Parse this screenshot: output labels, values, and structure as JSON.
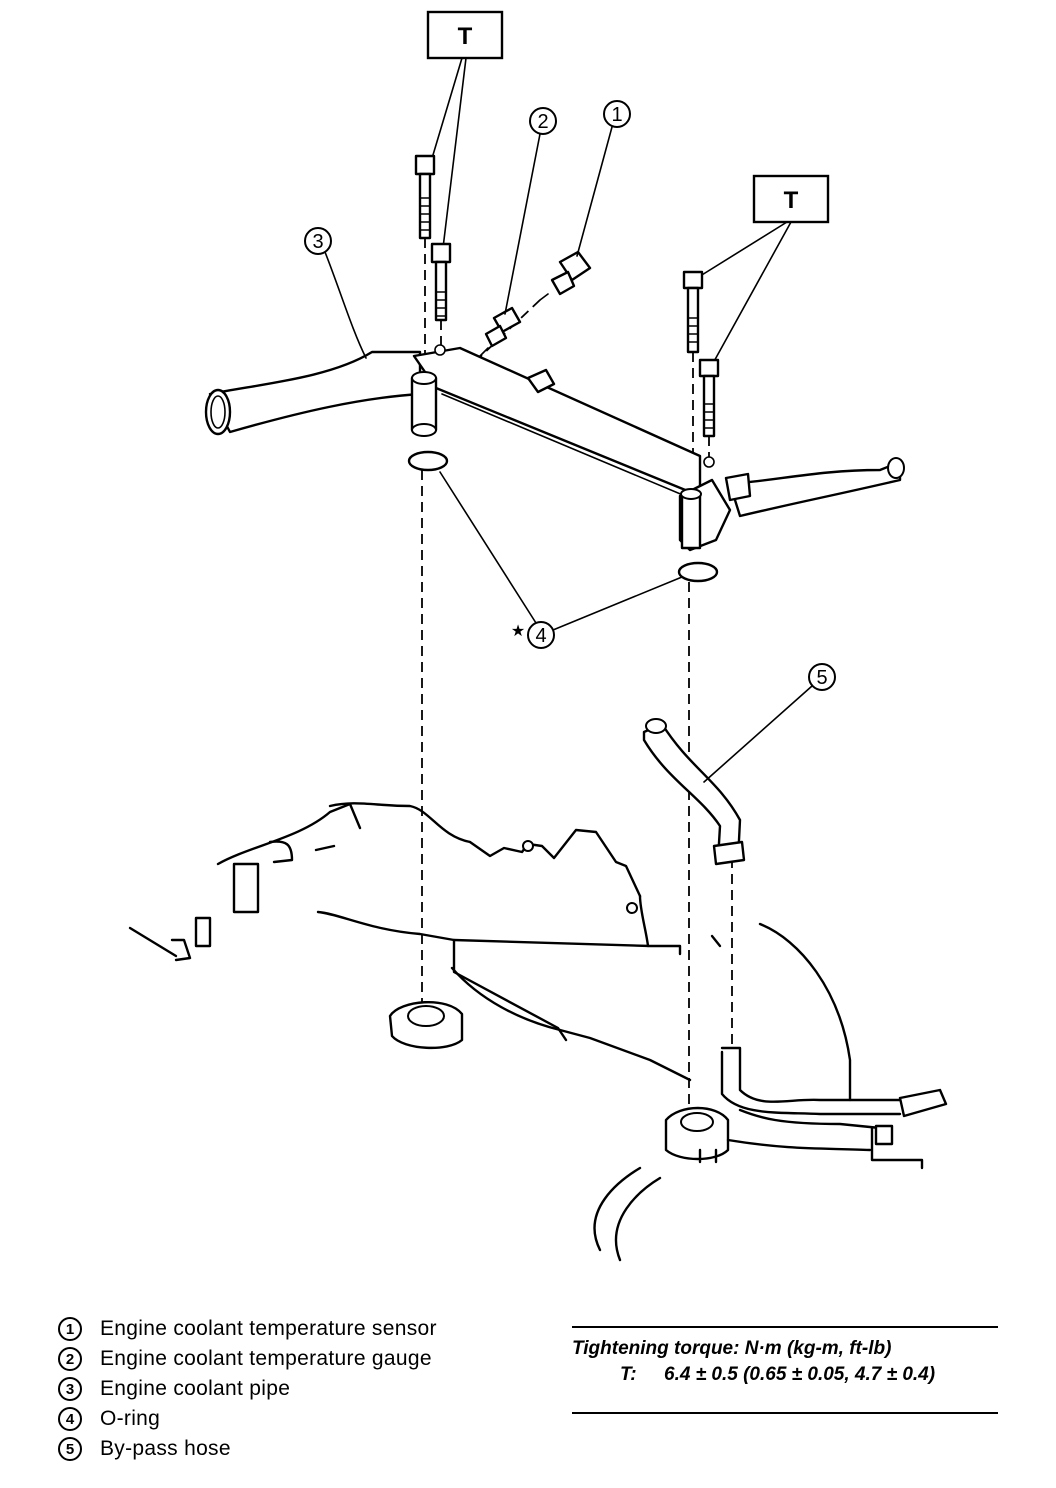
{
  "callouts": {
    "t_box_left": "T",
    "t_box_right": "T",
    "c1": "1",
    "c2": "2",
    "c3": "3",
    "c4": "4",
    "c5": "5",
    "star": "★"
  },
  "legend": {
    "items": [
      {
        "num": "1",
        "label": "Engine coolant temperature sensor"
      },
      {
        "num": "2",
        "label": "Engine coolant temperature gauge"
      },
      {
        "num": "3",
        "label": "Engine coolant pipe"
      },
      {
        "num": "4",
        "label": "O-ring"
      },
      {
        "num": "5",
        "label": "By-pass hose"
      }
    ]
  },
  "torque": {
    "title": "Tightening torque: N·m (kg-m, ft-lb)",
    "key": "T:",
    "value": "6.4 ± 0.5 (0.65 ± 0.05, 4.7 ± 0.4)"
  }
}
